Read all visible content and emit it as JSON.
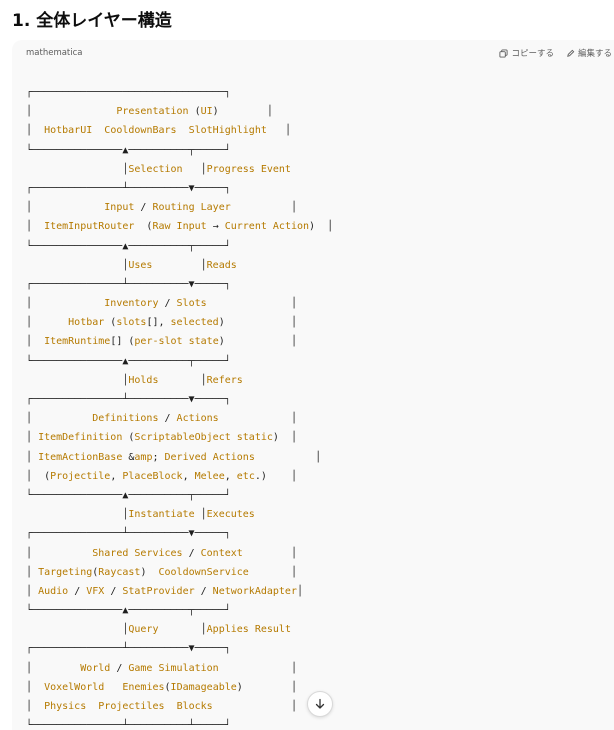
{
  "section_title": "1. 全体レイヤー構造",
  "code_block": {
    "language": "mathematica",
    "copy_label": "コピーする",
    "edit_label": "編集する",
    "copy_icon": "copy-icon",
    "edit_icon": "edit-pencil-icon",
    "lines": [
      "┌────────────────────────────────┐",
      "│              Presentation (UI)        │",
      "│  HotbarUI  CooldownBars  SlotHighlight   │",
      "└───────────────▲──────────┬─────┘",
      "                │Selection   │Progress Event",
      "┌───────────────┴──────────▼─────┐",
      "│            Input / Routing Layer          │",
      "│  ItemInputRouter  (Raw Input → Current Action)  │",
      "└───────────────▲──────────┬─────┘",
      "                │Uses        │Reads",
      "┌───────────────┴──────────▼─────┐",
      "│            Inventory / Slots              │",
      "│      Hotbar (slots[], selected)           │",
      "│  ItemRuntime[] (per-slot state)           │",
      "└───────────────▲──────────┬─────┘",
      "                │Holds       │Refers",
      "┌───────────────┴──────────▼─────┐",
      "│          Definitions / Actions            │",
      "│ ItemDefinition (ScriptableObject static)  │",
      "│ ItemActionBase & Derived Actions          │",
      "│  (Projectile, PlaceBlock, Melee, etc.)    │",
      "└───────────────▲──────────┬─────┘",
      "                │Instantiate │Executes",
      "┌───────────────┴──────────▼─────┐",
      "│          Shared Services / Context        │",
      "│ Targeting(Raycast)  CooldownService       │",
      "│ Audio / VFX / StatProvider / NetworkAdapter│",
      "└───────────────▲──────────┬─────┘",
      "                │Query       │Applies Result",
      "┌───────────────┴──────────▼─────┐",
      "│        World / Game Simulation            │",
      "│  VoxelWorld   Enemies(IDamageable)        │",
      "│  Physics  Projectiles  Blocks             │",
      "└───────────────┴──────────┴─────┘"
    ]
  },
  "scroll_button_icon": "arrow-down-icon"
}
